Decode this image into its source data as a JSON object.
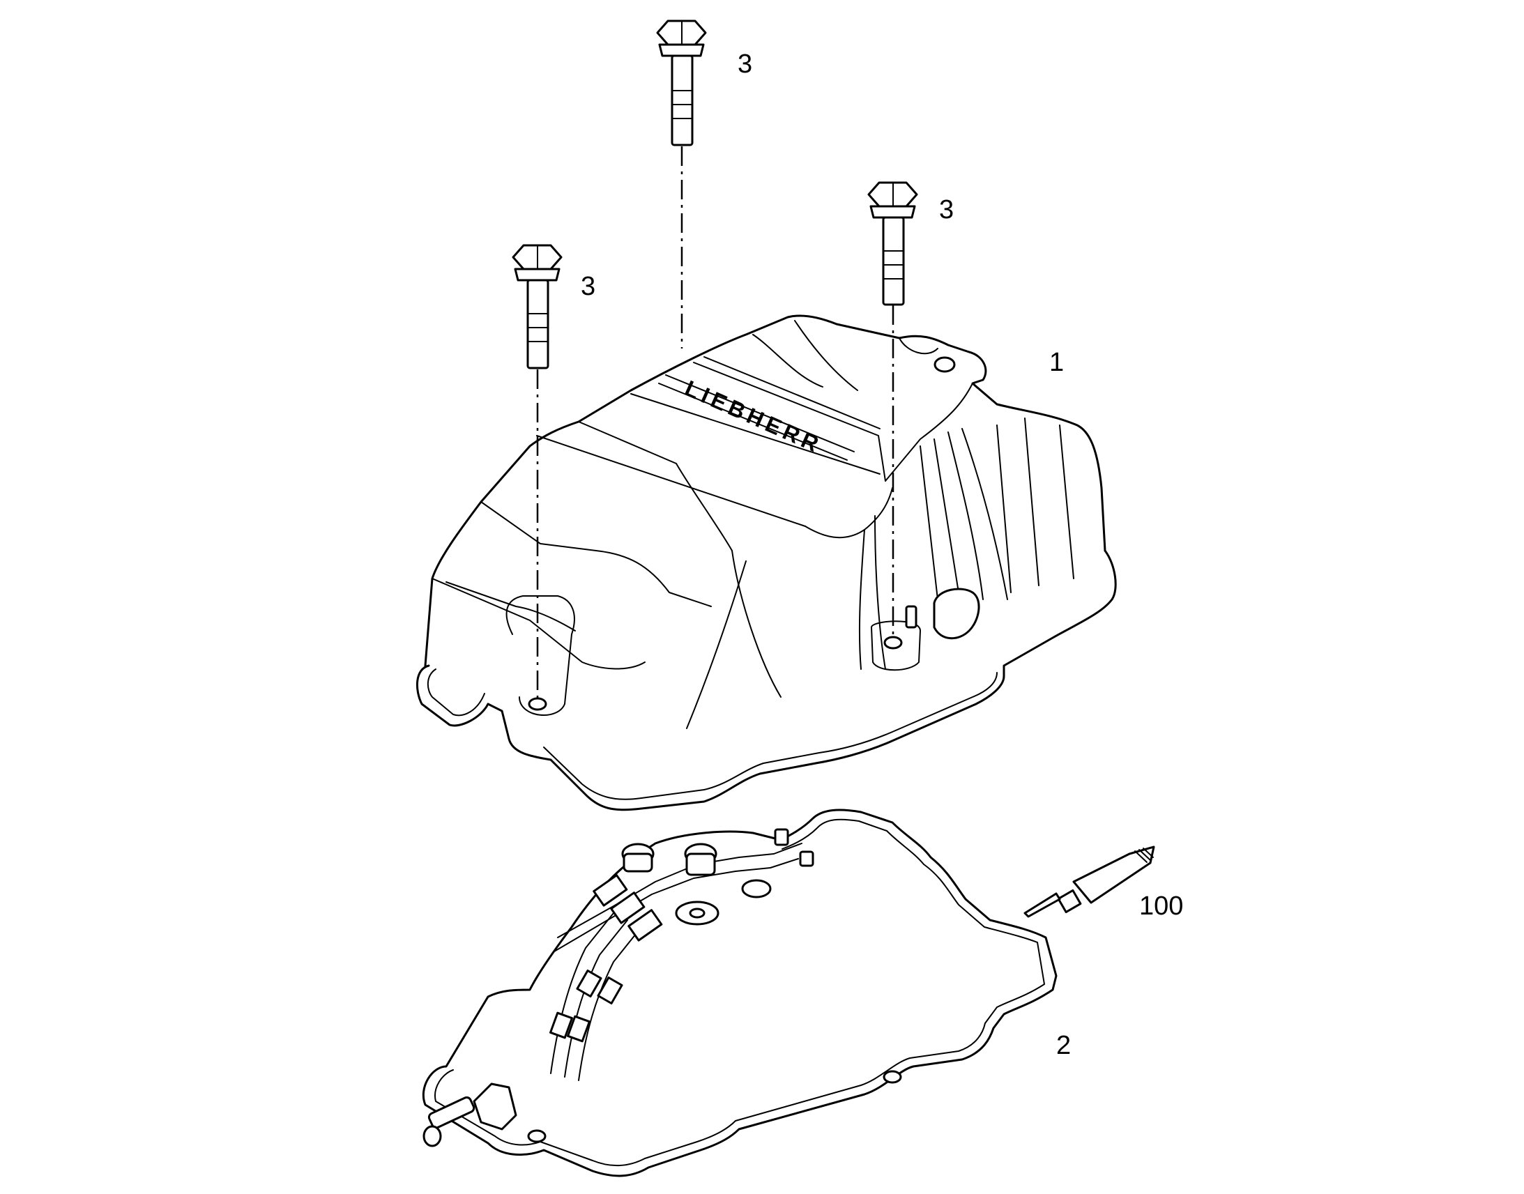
{
  "callouts": {
    "part_1": "1",
    "part_2": "2",
    "part_3_top": "3",
    "part_3_right": "3",
    "part_3_left": "3",
    "part_100": "100"
  },
  "cover_logo_text": "LIEBHERR"
}
